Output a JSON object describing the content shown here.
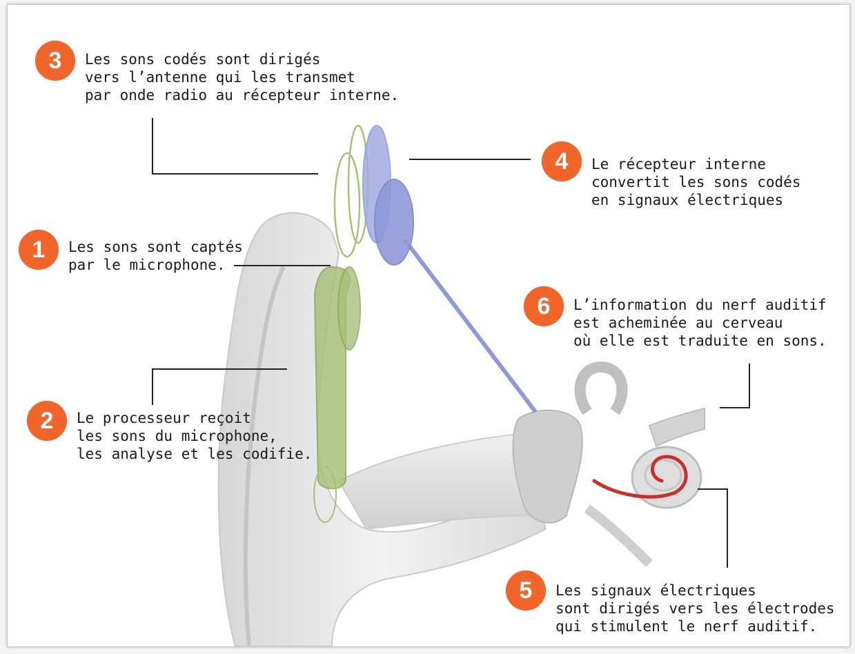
{
  "steps": [
    {
      "number": "1",
      "lines": [
        "Les sons sont captés",
        "par le microphone."
      ]
    },
    {
      "number": "2",
      "lines": [
        "Le processeur reçoit",
        "les sons du microphone,",
        "les analyse et les codifie."
      ]
    },
    {
      "number": "3",
      "lines": [
        "Les sons codés sont dirigés",
        "vers l’antenne qui les transmet",
        "par onde radio au récepteur interne."
      ]
    },
    {
      "number": "4",
      "lines": [
        "Le récepteur interne",
        "convertit les sons codés",
        "en signaux électriques"
      ]
    },
    {
      "number": "5",
      "lines": [
        "Les signaux électriques",
        "sont dirigés vers les électrodes",
        "qui stimulent le nerf auditif."
      ]
    },
    {
      "number": "6",
      "lines": [
        "L’information du nerf auditif",
        "est acheminée au cerveau",
        "où elle est traduite en sons."
      ]
    }
  ],
  "colors": {
    "badge": "#f0652a",
    "device_green": "#9bb46a",
    "receiver_blue": "#8f98d8",
    "electrode_red": "#c8312a",
    "ear_gray": "#dcdcdc"
  }
}
